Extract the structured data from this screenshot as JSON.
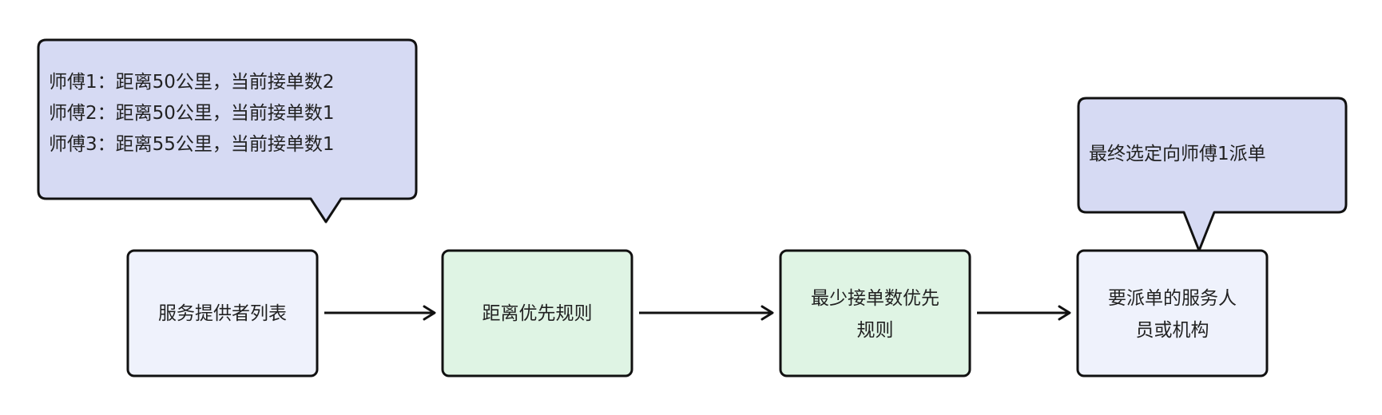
{
  "colors": {
    "stroke": "#111111",
    "node_blue": "#eff2fc",
    "node_green": "#dff4e4",
    "callout": "#d6daf3",
    "text": "#222222"
  },
  "nodes": [
    {
      "id": "providers",
      "lines": [
        "服务提供者列表"
      ]
    },
    {
      "id": "distance",
      "lines": [
        "距离优先规则"
      ]
    },
    {
      "id": "fewest-orders",
      "lines": [
        "最少接单数优先",
        "规则"
      ]
    },
    {
      "id": "dispatch-target",
      "lines": [
        "要派单的服务人",
        "员或机构"
      ]
    }
  ],
  "callouts": [
    {
      "id": "masters",
      "lines": [
        "师傅1：距离50公里，当前接单数2",
        "师傅2：距离50公里，当前接单数1",
        "师傅3：距离55公里，当前接单数1"
      ]
    },
    {
      "id": "result",
      "lines": [
        "最终选定向师傅1派单"
      ]
    }
  ]
}
